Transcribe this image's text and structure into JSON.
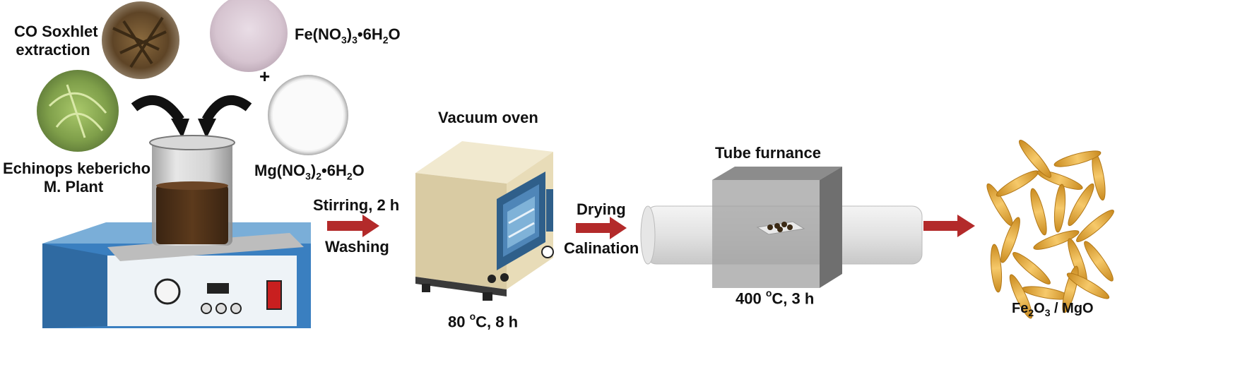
{
  "materials": {
    "plant_label_line1": "Echinops kebericho",
    "plant_label_line2": "M. Plant",
    "extraction_label_line1": "CO Soxhlet",
    "extraction_label_line2": "extraction",
    "iron_salt": {
      "prefix": "Fe(NO",
      "sub1": "3",
      "mid": ")",
      "sub2": "3",
      "suffix": "•6H",
      "sub3": "2",
      "end": "O"
    },
    "plus_sign": "+",
    "magnesium_salt": {
      "prefix": "Mg(NO",
      "sub1": "3",
      "mid": ")",
      "sub2": "2",
      "suffix": "•6H",
      "sub3": "2",
      "end": "O"
    }
  },
  "steps": {
    "step1_top": "Stirring, 2 h",
    "step1_bottom": "Washing",
    "oven_title": "Vacuum oven",
    "oven_condition": {
      "value": "80 ",
      "sup": "o",
      "rest": "C, 8 h"
    },
    "step2_top": "Drying",
    "step2_bottom": "Calination",
    "furnace_title": "Tube furnance",
    "furnace_condition": {
      "value": "400 ",
      "sup": "o",
      "rest": "C, 3 h"
    }
  },
  "product": {
    "a": "Fe",
    "sub1": "2",
    "b": "O",
    "sub2": "3",
    "c": " / MgO"
  },
  "colors": {
    "arrow": "#b32a2a",
    "stirrer_blue": "#3a7fc0",
    "oven_body": "#e8dcb8",
    "oven_frame": "#2f5f8a",
    "nanorod": "#e3a93a"
  }
}
